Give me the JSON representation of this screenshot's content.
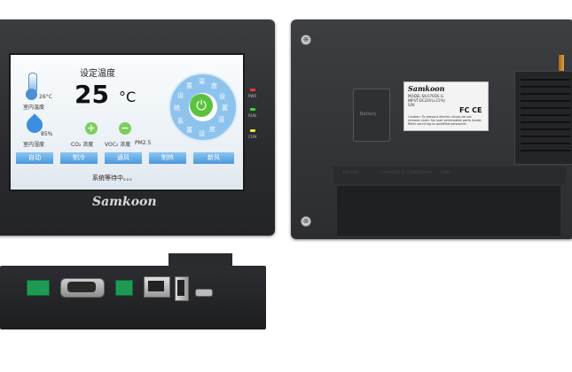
{
  "front": {
    "hmi_title": "设定温度",
    "setpoint_value": "25",
    "setpoint_unit": "°C",
    "indoor_temp_value": "26°C",
    "indoor_temp_label": "室内温度",
    "indoor_humidity_value": "85%",
    "indoor_humidity_label": "室内湿度",
    "increase_symbol": "+",
    "decrease_symbol": "−",
    "co2_label": "CO₂ 浓度",
    "voc_label": "VOC₂ 浓度",
    "pm_label": "PM2.5",
    "dial_chars": [
      "温",
      "度",
      "设",
      "置",
      "湿",
      "度",
      "设",
      "置",
      "系",
      "统",
      "设",
      "置"
    ],
    "power_symbol": "⏻",
    "modes": [
      "自动",
      "制冷",
      "通风",
      "制热",
      "新风"
    ],
    "status_text": "系统等待中。。。",
    "brand": "Samkoon",
    "leds": [
      "PWR",
      "RUN",
      "COM"
    ],
    "colors": {
      "accent_blue": "#4a97dc",
      "power_green": "#5cc23e",
      "led_red": "#ee3333",
      "led_green": "#33dd33",
      "led_yellow": "#eeee33"
    }
  },
  "back": {
    "battery_label": "Battery",
    "label_brand": "Samkoon",
    "model": "MODEL:SK-070DS-G",
    "input": "INPUT:DC24V(±15%)",
    "sn": "S/N:",
    "cert": "FC CE",
    "caution": "Caution: To prevent electric shock,do not remove cover. No user serviceable parts inside. Refer servicing to qualified personnel.",
    "etch": [
      "24V GND",
      "COM1(RS232) COM2(RS485)",
      "COM3"
    ]
  },
  "side": {
    "ports": [
      "power-terminal",
      "db9-serial",
      "com-terminal",
      "rj45-ethernet",
      "usb-a",
      "mini-usb"
    ]
  }
}
